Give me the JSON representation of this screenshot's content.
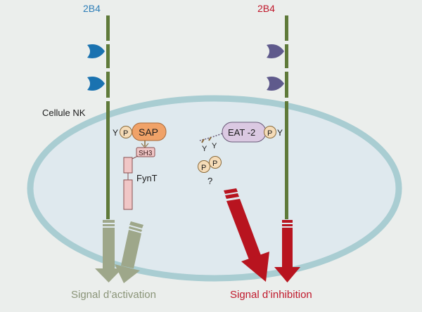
{
  "labels": {
    "receptor_left": "2B4",
    "receptor_right": "2B4",
    "cell": "Cellule NK",
    "y": "Y",
    "p": "P",
    "sap": "SAP",
    "sh3": "SH3",
    "fynt": "FynT",
    "eat2": "EAT -2",
    "question": "?",
    "signal_activation": "Signal d’activation",
    "signal_inhibition": "Signal d’inhibition"
  },
  "colors": {
    "background": "#ebeeec",
    "cell_fill": "#dfe9ee",
    "cell_border": "#a9cdd2",
    "membrane_rod": "#5f7a3a",
    "receptor_left_label": "#2f7fb8",
    "receptor_right_label": "#c0182b",
    "ligand_left": "#1a72b0",
    "ligand_right": "#5f5a8c",
    "sap_fill": "#f0a268",
    "eat2_fill": "#dbc9e2",
    "phospho_fill": "#f5dcb8",
    "fynt_fill": "#f0c6c6",
    "activation_arrow": "#9ea78a",
    "activation_text": "#8a9478",
    "inhibition_arrow": "#b8141f",
    "inhibition_text": "#c0182b"
  }
}
